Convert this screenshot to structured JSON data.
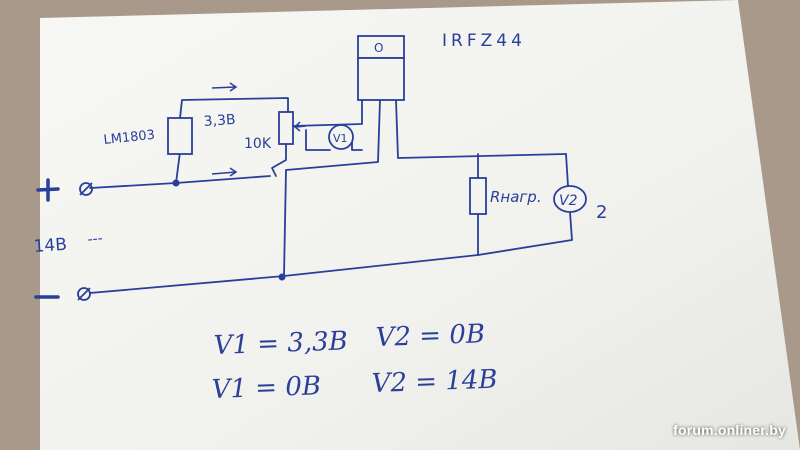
{
  "schematic": {
    "transistor_label": "IRFZ44",
    "transistor_tab": "O",
    "regulator_label": "LM1803",
    "regulator_voltage": "3,3B",
    "pot_label": "10K",
    "voltmeter_1": "V1",
    "voltmeter_2": "V2",
    "voltmeter_2_number": "2",
    "load_label": "Rнагр.",
    "plus_sign": "+",
    "minus_sign": "−",
    "supply_voltage": "14B",
    "supply_dc_symbol": "---"
  },
  "equations": [
    {
      "left": "V1 = 3,3B",
      "right": "V2 = 0B"
    },
    {
      "left": "V1 = 0B",
      "right": "V2 = 14B"
    }
  ],
  "colors": {
    "ink": "#2a3f9a",
    "paper": "#f4f4f1",
    "table": "#a8998a"
  },
  "watermark": "forum.onliner.by"
}
